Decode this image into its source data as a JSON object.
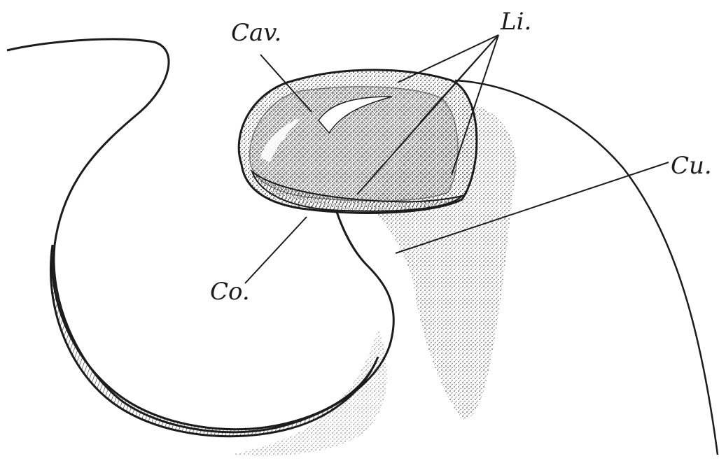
{
  "figure": {
    "labels": {
      "cav": "Cav.",
      "li": "Li.",
      "cu": "Cu.",
      "co": "Co."
    },
    "colors": {
      "ink": "#1c1c1c",
      "paper": "#ffffff"
    }
  }
}
